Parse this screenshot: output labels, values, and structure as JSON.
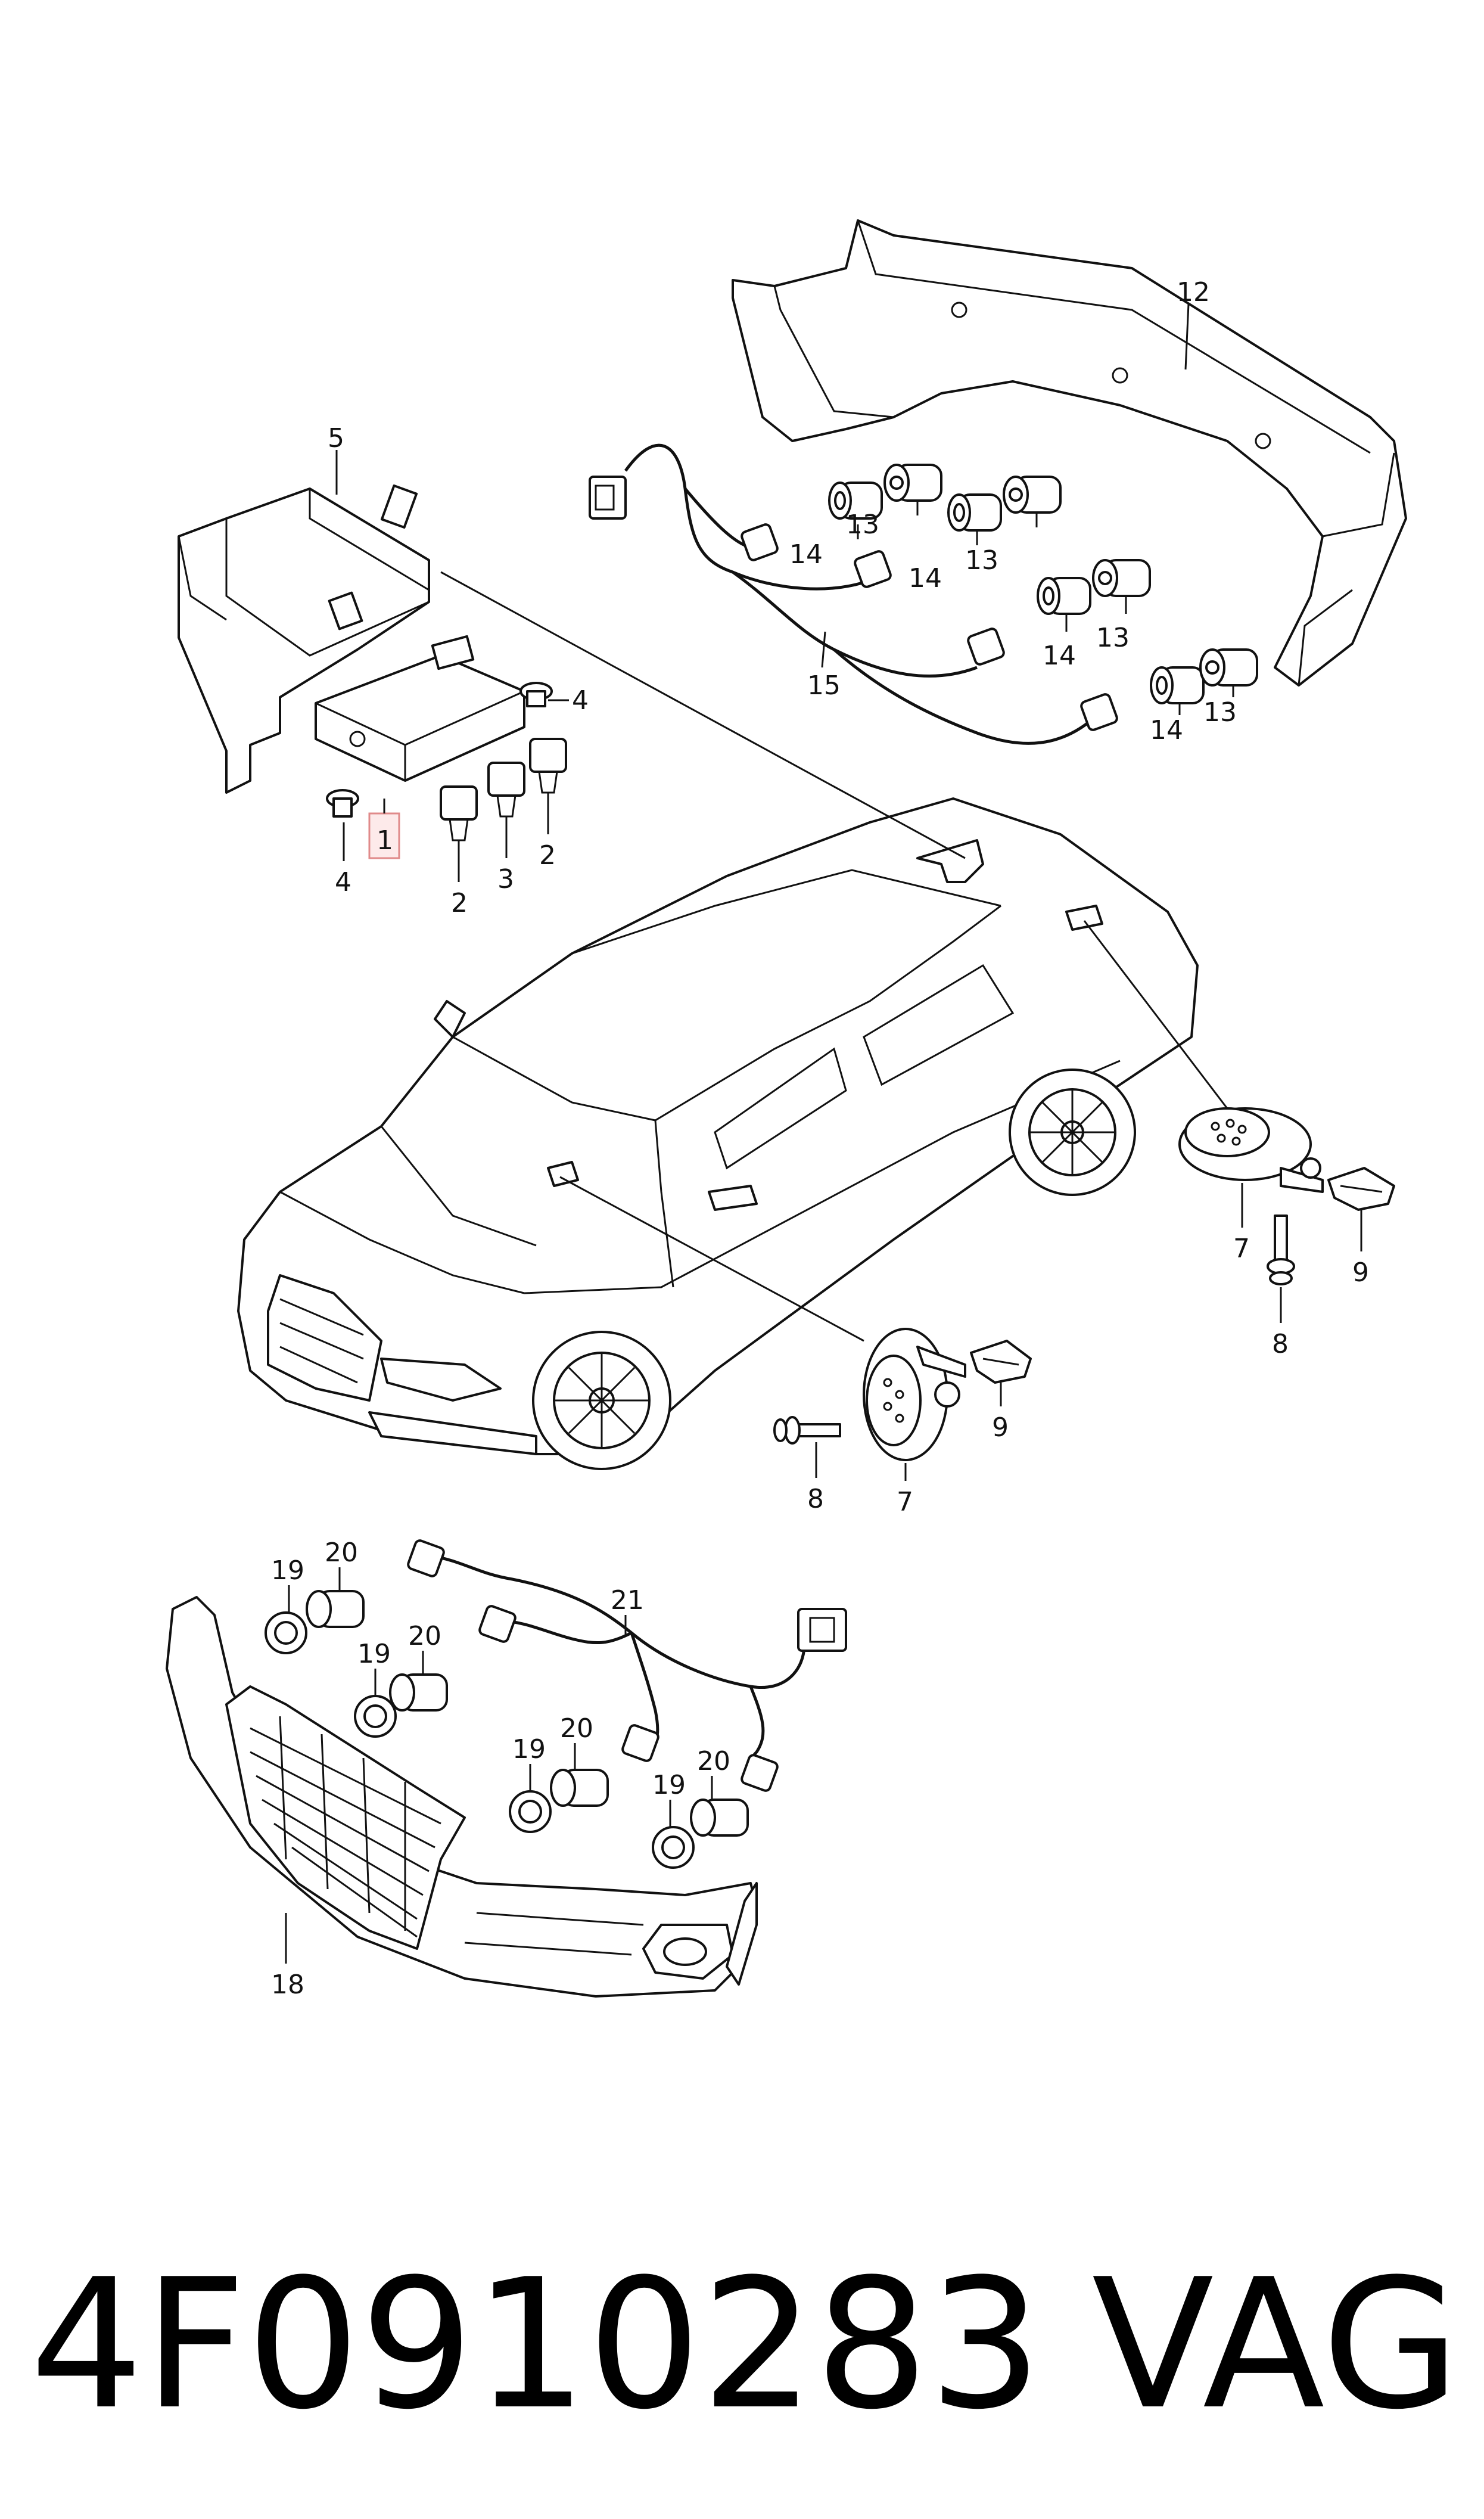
{
  "callouts": {
    "c1": "1",
    "c2a": "2",
    "c2b": "2",
    "c3": "3",
    "c4a": "4",
    "c4b": "4",
    "c5": "5",
    "c7a": "7",
    "c7b": "7",
    "c8a": "8",
    "c8b": "8",
    "c9a": "9",
    "c9b": "9",
    "c12": "12",
    "c13a": "13",
    "c13b": "13",
    "c13c": "13",
    "c13d": "13",
    "c14a": "14",
    "c14b": "14",
    "c14c": "14",
    "c14d": "14",
    "c15": "15",
    "c18": "18",
    "c19a": "19",
    "c19b": "19",
    "c19c": "19",
    "c19d": "19",
    "c20a": "20",
    "c20b": "20",
    "c20c": "20",
    "c20d": "20",
    "c21": "21"
  },
  "caption": {
    "part_number": "4F0910283",
    "brand": "VAG"
  },
  "highlight_color": "#e08a8a"
}
